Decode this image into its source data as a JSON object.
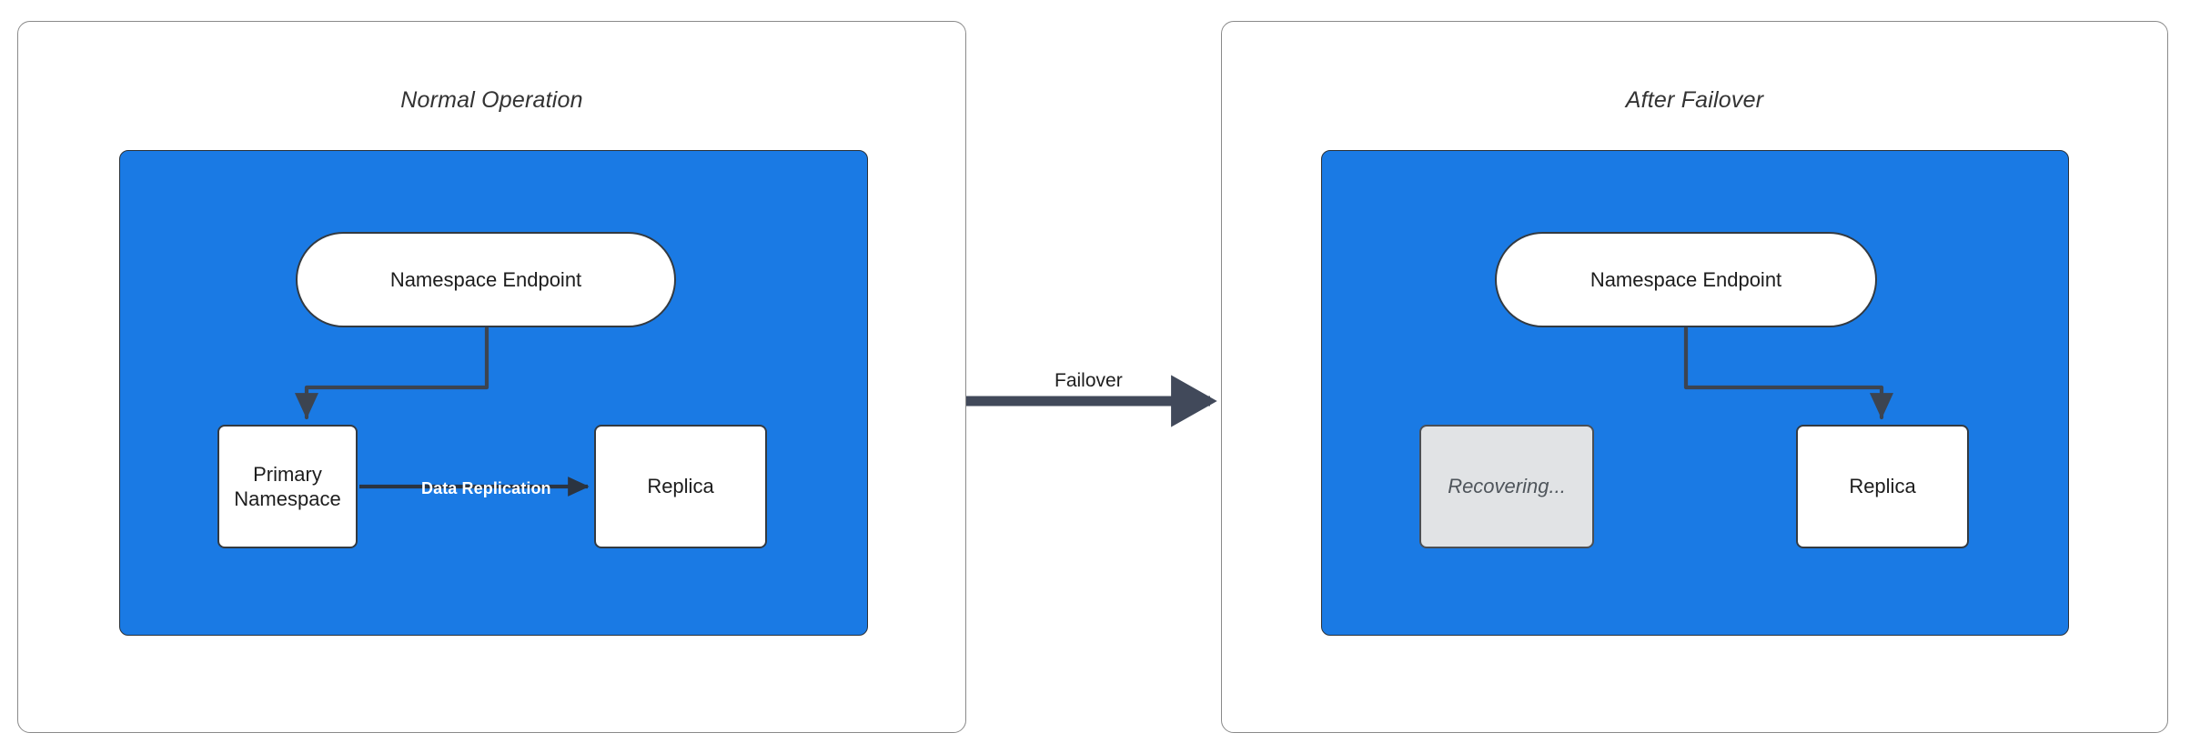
{
  "diagram": {
    "title_left": "Normal Operation",
    "title_right": "After Failover",
    "colors": {
      "cluster_blue": "#1a7ae4",
      "node_white": "#ffffff",
      "node_stroke": "#333a41",
      "recovering_fill": "#e1e3e5",
      "recovering_text": "#4f555b",
      "panel_stroke": "#8a8a8a",
      "edge_stroke": "#3c4450",
      "edge_label_white": "#ffffff",
      "title_text": "#333333"
    }
  },
  "panel_left": {
    "title": "Normal Operation",
    "nodes": {
      "endpoint": "Namespace Endpoint",
      "primary": "Primary\nNamespace",
      "primary_line1": "Primary",
      "primary_line2": "Namespace",
      "replica": "Replica"
    },
    "edges": {
      "endpoint_to_primary": "",
      "primary_to_replica": "Data Replication"
    }
  },
  "panel_right": {
    "title": "After Failover",
    "nodes": {
      "endpoint": "Namespace Endpoint",
      "recovering": "Recovering...",
      "replica": "Replica"
    },
    "edges": {
      "endpoint_to_replica": ""
    }
  },
  "transition": {
    "label": "Failover"
  }
}
